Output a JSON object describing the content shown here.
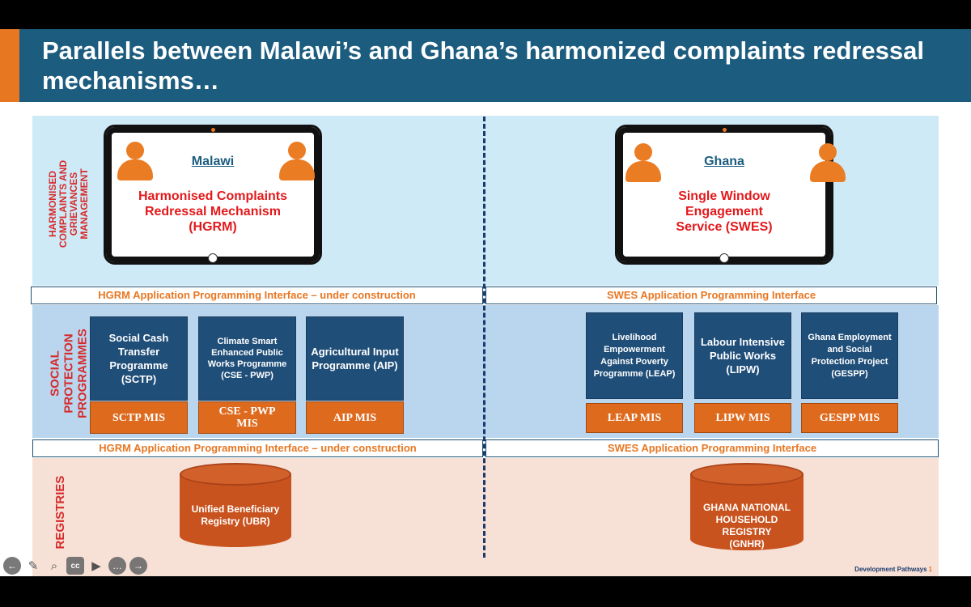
{
  "title": "Parallels between Malawi’s and Ghana’s harmonized complaints redressal mechanisms…",
  "side_labels": {
    "top": "HARMONISED\nCOMPLAINTS AND\nGRIEVANCES\nMANAGEMENT",
    "mid": "SOCIAL\nPROTECTION\nPROGRAMMES",
    "bot": "REGISTRIES"
  },
  "malawi": {
    "country": "Malawi",
    "mechanism": [
      "Harmonised Complaints",
      "Redressal  Mechanism",
      "(HGRM)"
    ],
    "api_top": "HGRM Application Programming Interface – under construction",
    "api_bottom": "HGRM Application Programming Interface – under construction",
    "programmes": [
      {
        "name": "Social Cash Transfer Programme (SCTP)",
        "mis": "SCTP MIS"
      },
      {
        "name": "Climate Smart Enhanced Public Works Programme (CSE - PWP)",
        "mis": "CSE - PWP MIS"
      },
      {
        "name": "Agricultural Input Programme (AIP)",
        "mis": "AIP MIS"
      }
    ],
    "registry": [
      "Unified Beneficiary",
      "Registry (UBR)"
    ]
  },
  "ghana": {
    "country": "Ghana",
    "mechanism": [
      "Single Window",
      "Engagement",
      "Service (SWES)"
    ],
    "api_top": "SWES Application Programming Interface",
    "api_bottom": "SWES Application Programming Interface",
    "programmes": [
      {
        "name": "Livelihood Empowerment Against Poverty Programme (LEAP)",
        "mis": "LEAP MIS"
      },
      {
        "name": "Labour Intensive Public Works (LIPW)",
        "mis": "LIPW MIS"
      },
      {
        "name": "Ghana Employment and Social Protection Project (GESPP)",
        "mis": "GESPP MIS"
      }
    ],
    "registry": [
      "GHANA NATIONAL",
      "HOUSEHOLD REGISTRY",
      "(GNHR)"
    ]
  },
  "footer": {
    "brand": "Development Pathways",
    "page": "1"
  },
  "toolbar": {
    "icons": [
      "back-icon",
      "pen-icon",
      "zoom-icon",
      "captions-icon",
      "video-icon",
      "more-icon",
      "forward-icon"
    ],
    "glyphs": [
      "←",
      "✎",
      "⌕",
      "cc",
      "▶",
      "…",
      "→"
    ]
  },
  "colors": {
    "title_bar": "#1b5c7f",
    "accent": "#e87722",
    "programme": "#1f4e79",
    "mis": "#de6a1e",
    "label_red": "#d62b2b"
  }
}
